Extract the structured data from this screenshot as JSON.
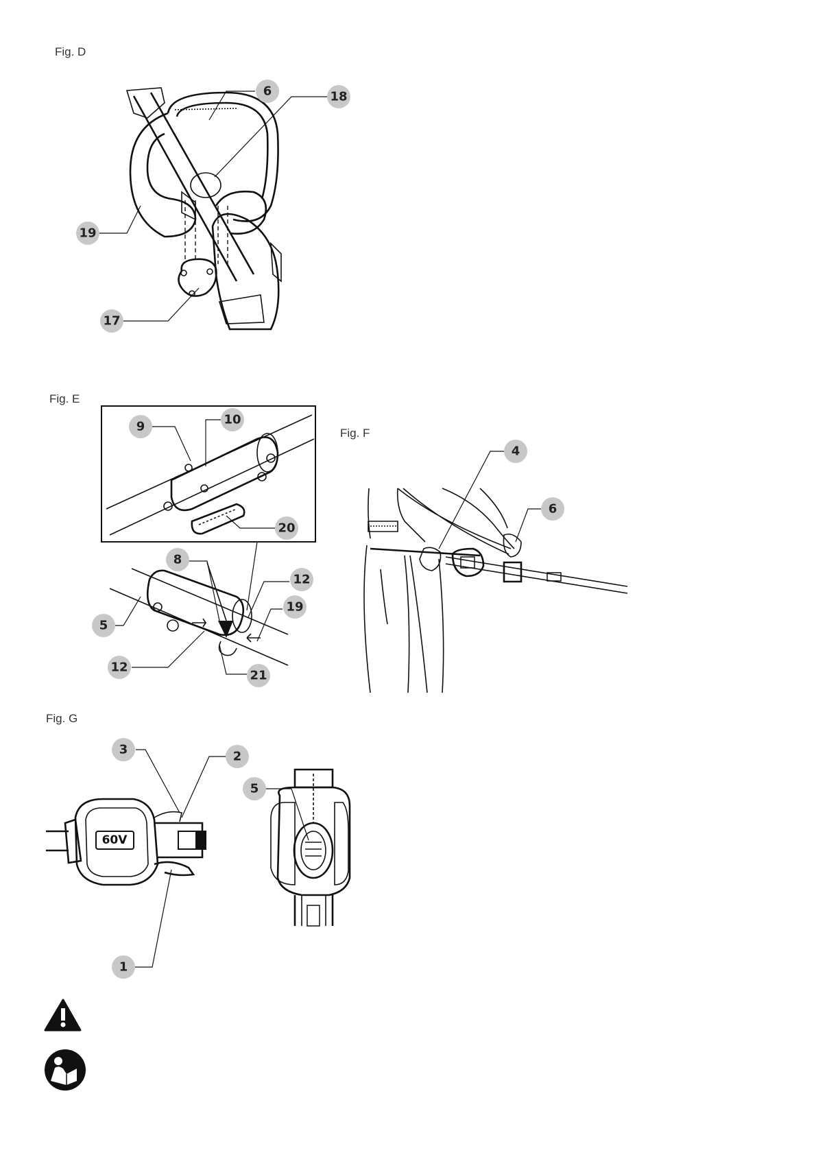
{
  "figures": {
    "d": {
      "label": "Fig. D",
      "callouts": [
        "6",
        "18",
        "19",
        "17"
      ]
    },
    "e": {
      "label": "Fig. E",
      "callouts": [
        "9",
        "10",
        "20",
        "8",
        "12",
        "19",
        "5",
        "12",
        "21"
      ]
    },
    "f": {
      "label": "Fig. F",
      "callouts": [
        "4",
        "6"
      ]
    },
    "g": {
      "label": "Fig. G",
      "callouts": [
        "3",
        "2",
        "5",
        "1"
      ],
      "battery_badge": "60V"
    }
  },
  "icons": [
    "warning-icon",
    "read-manual-icon"
  ]
}
